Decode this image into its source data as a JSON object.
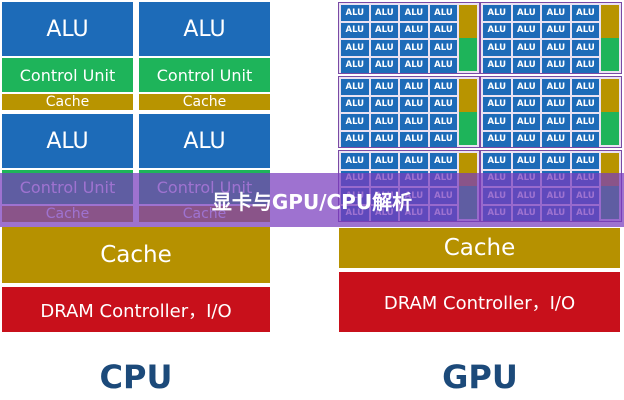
{
  "cpu": {
    "core_alu_label": "ALU",
    "core_control_label": "Control Unit",
    "core_cache_label": "Cache",
    "shared_cache_label": "Cache",
    "dram_label": "DRAM Controller，I/O",
    "title": "CPU"
  },
  "gpu": {
    "alu_label": "ALU",
    "shared_cache_label": "Cache",
    "dram_label": "DRAM Controller，I/O",
    "title": "GPU"
  },
  "overlay": {
    "title": "显卡与GPU/CPU解析"
  },
  "colors": {
    "alu": "#1d6bb8",
    "control_unit": "#1eb45a",
    "cache": "#b89400",
    "dram": "#c8101b",
    "label": "#1c4a7a",
    "overlay": "#783cbe"
  }
}
